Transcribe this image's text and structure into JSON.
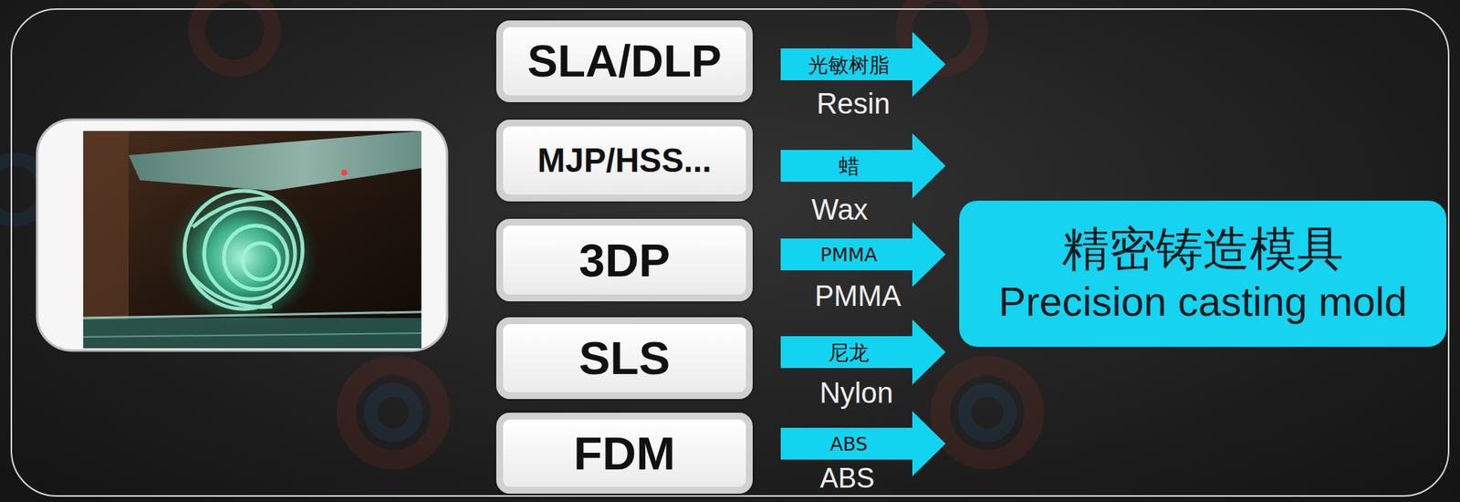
{
  "diagram": {
    "nodes": [
      {
        "text": [
          "SLA/DLP"
        ]
      },
      {
        "text": [
          "光敏树脂",
          "Resin"
        ]
      },
      {
        "text": [
          "MJP/HSS..."
        ]
      },
      {
        "text": [
          "蜡",
          "Wax"
        ]
      },
      {
        "text": [
          "3DP"
        ]
      },
      {
        "text": [
          "PMMA",
          "PMMA"
        ]
      },
      {
        "text": [
          "SLS"
        ]
      },
      {
        "text": [
          "尼龙",
          "Nylon"
        ]
      },
      {
        "text": [
          "FDM"
        ]
      },
      {
        "text": [
          "ABS",
          "ABS"
        ]
      },
      {
        "text": [
          "精密铸造模具",
          "Precision casting mold"
        ]
      }
    ]
  }
}
